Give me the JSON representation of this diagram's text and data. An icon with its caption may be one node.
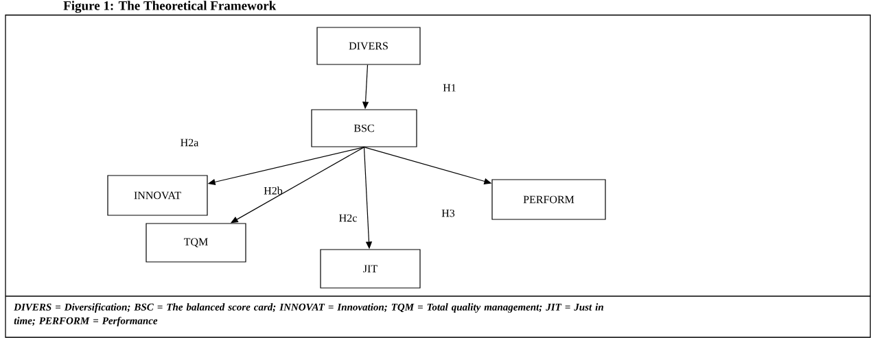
{
  "diagram": {
    "title": "Figure 1: The Theoretical Framework",
    "nodes": [
      {
        "text": [
          "DIVERS"
        ]
      },
      {
        "text": [
          "BSC"
        ]
      },
      {
        "text": [
          "INNOVAT"
        ]
      },
      {
        "text": [
          "TQM"
        ]
      },
      {
        "text": [
          "JIT"
        ]
      },
      {
        "text": [
          "PERFORM"
        ]
      }
    ],
    "edges": [
      {
        "from": 0,
        "to": 1,
        "arrow": "to"
      },
      {
        "from": 1,
        "to": 2,
        "arrow": "to"
      },
      {
        "from": 1,
        "to": 3,
        "arrow": "to"
      },
      {
        "from": 1,
        "to": 4,
        "arrow": "to"
      },
      {
        "from": 1,
        "to": 5,
        "arrow": "to"
      }
    ],
    "labels": [
      "H1",
      "H2a",
      "H2b",
      "H2c",
      "H3"
    ],
    "caption": "DIVERS = Diversification; BSC = The balanced score card; INNOVAT = Innovation; TQM = Total quality management; JIT = Just in time; PERFORM = Performance"
  }
}
